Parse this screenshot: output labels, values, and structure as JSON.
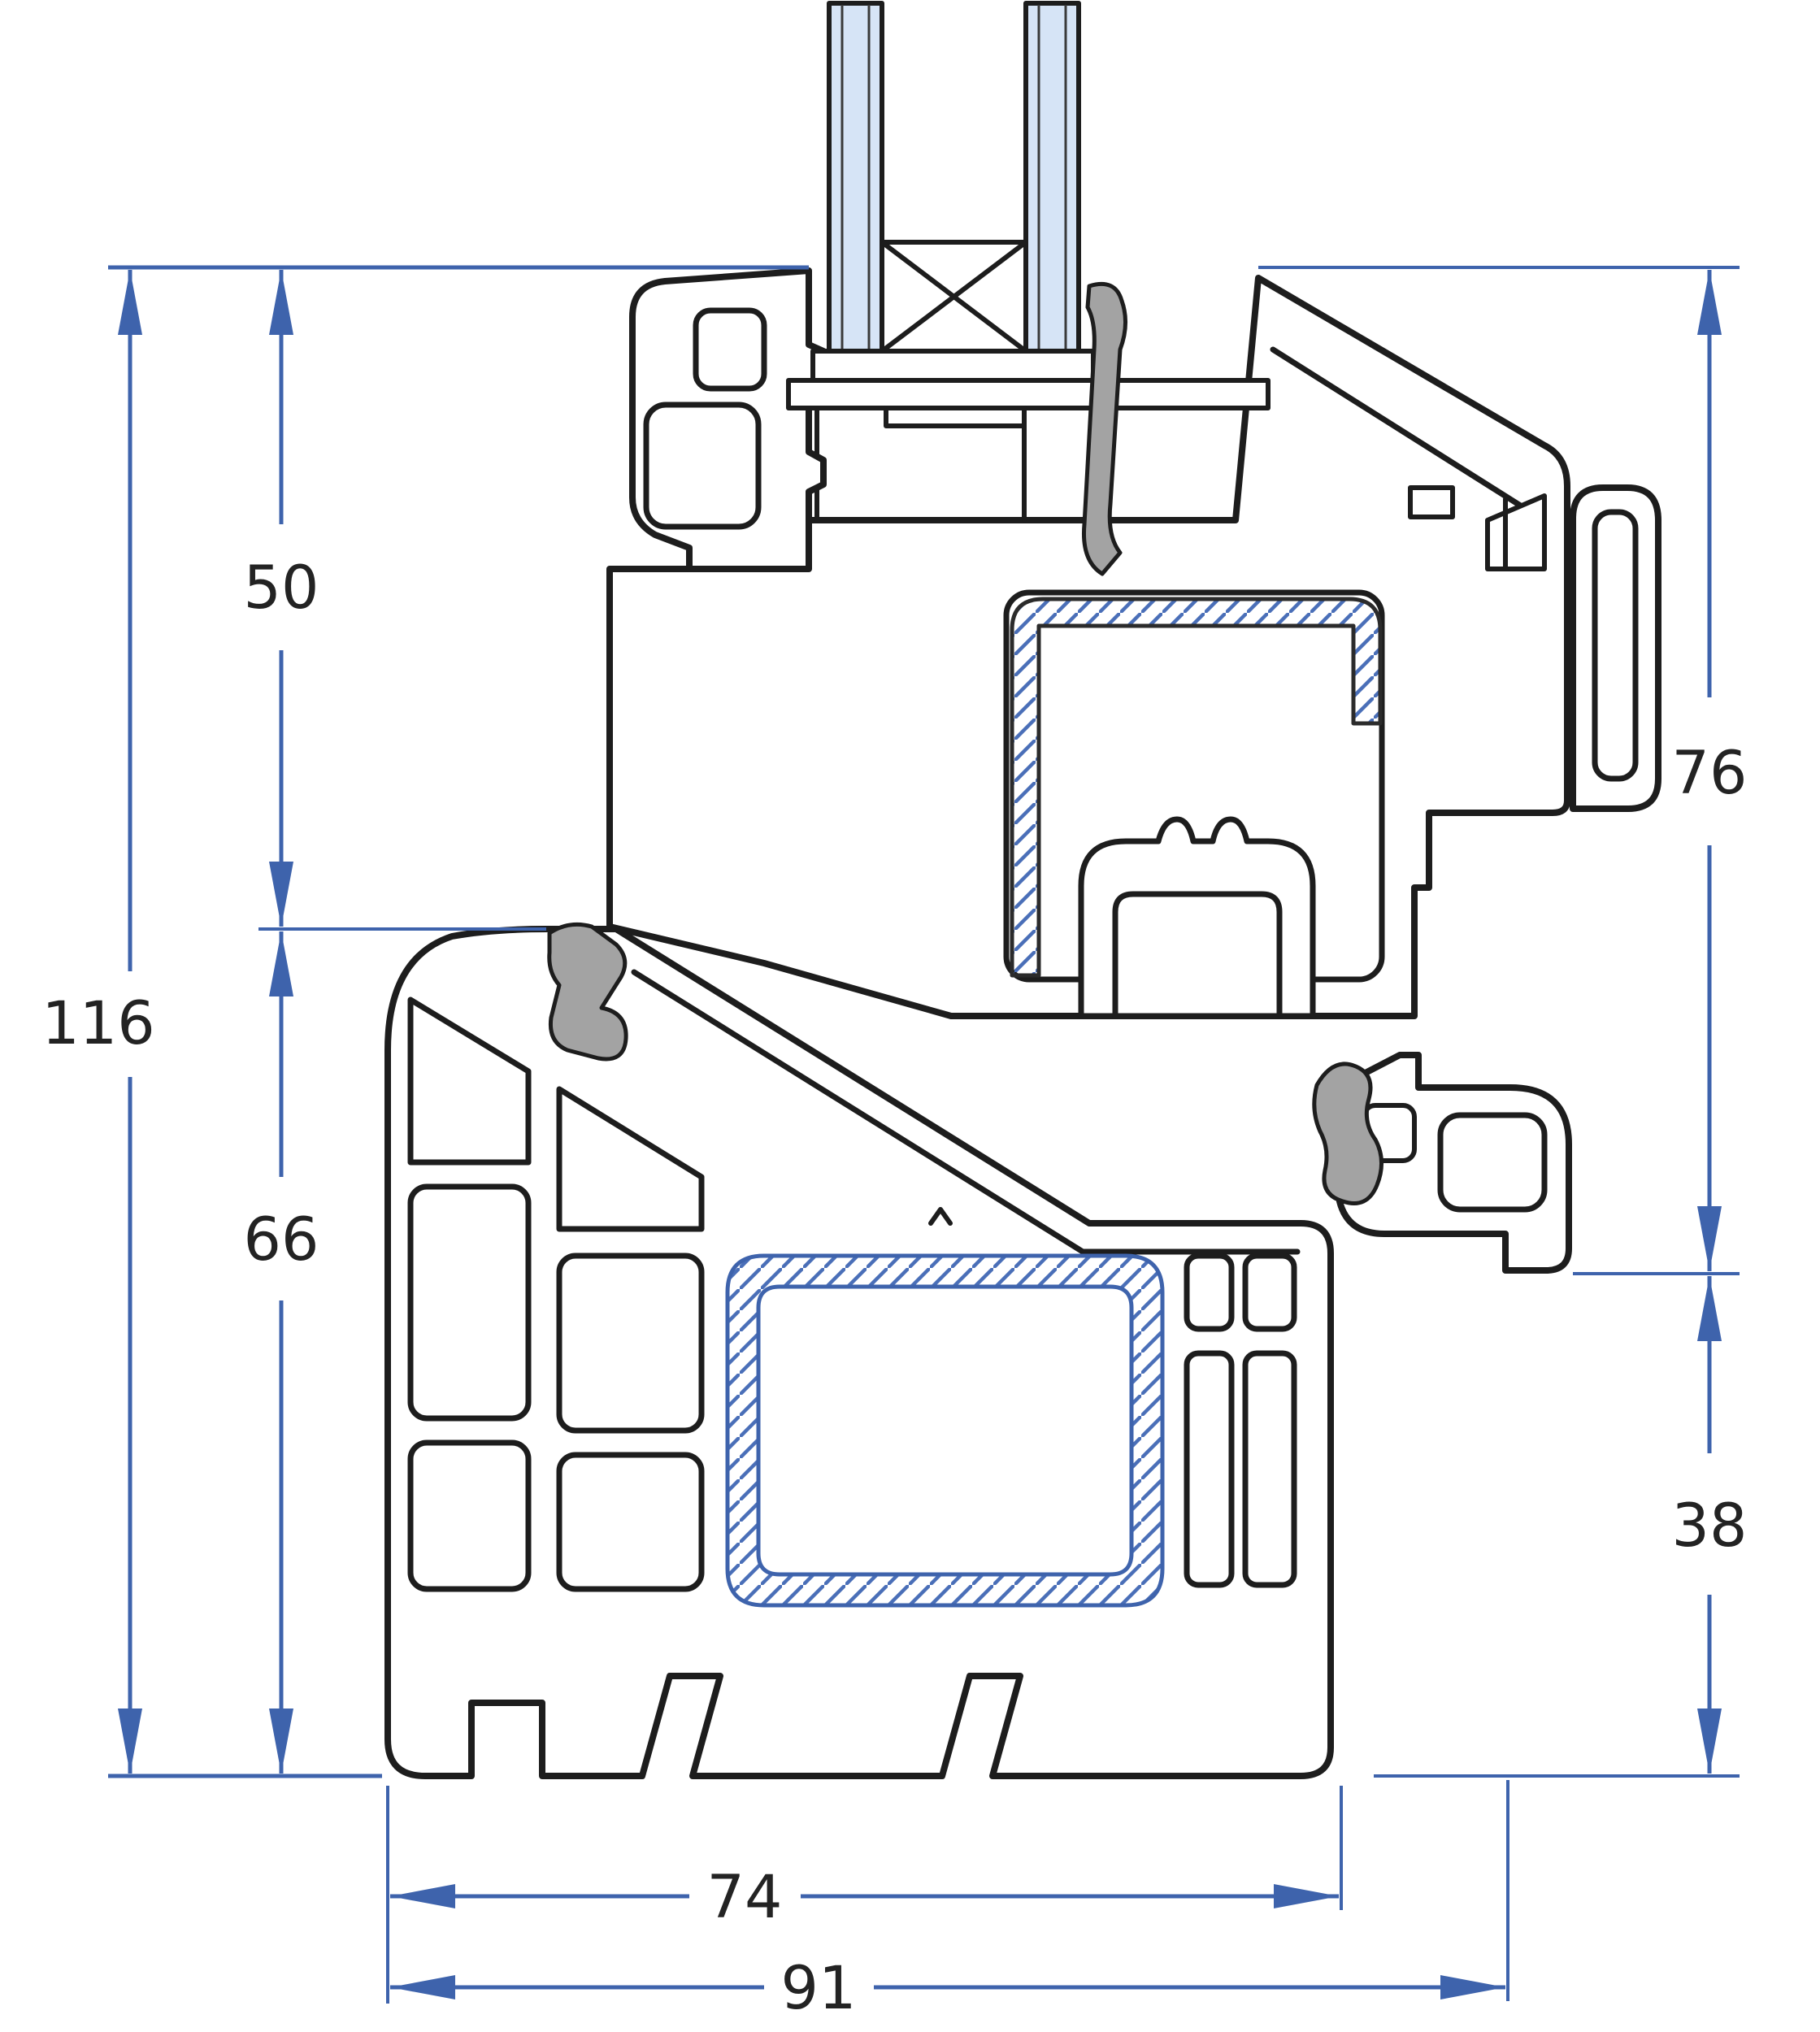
{
  "diagram": {
    "kind": "window-profile-cross-section",
    "units_shown": false,
    "dims": {
      "overall_height": {
        "label": "116",
        "orientation": "vertical",
        "side": "left",
        "description": "overall profile height"
      },
      "upper_height": {
        "label": "50",
        "orientation": "vertical",
        "side": "left",
        "description": "sash above frame datum"
      },
      "lower_height": {
        "label": "66",
        "orientation": "vertical",
        "side": "left",
        "description": "frame height"
      },
      "right_upper": {
        "label": "76",
        "orientation": "vertical",
        "side": "right",
        "description": "sash + flange height"
      },
      "right_lower": {
        "label": "38",
        "orientation": "vertical",
        "side": "right",
        "description": "flange to base height"
      },
      "inner_depth": {
        "label": "74",
        "orientation": "horizontal",
        "side": "bottom",
        "description": "frame main body depth"
      },
      "overall_depth": {
        "label": "91",
        "orientation": "horizontal",
        "side": "bottom",
        "description": "overall depth incl. flange"
      }
    },
    "colors": {
      "dimension_blue": "#3e63ac",
      "outline_black": "#1d1d1d",
      "glass_fill": "#d6e4f6",
      "steel_hatch_blue": "#4a6fb8",
      "gasket_gray": "#a3a3a3",
      "background": "#ffffff",
      "label_text": "#232323"
    },
    "components": {
      "glazing_unit": "double glazing unit with spacer bar",
      "glass_pane_left": "glass pane",
      "glass_pane_right": "glass pane",
      "spacer_bar": "glazing spacer (crossed box)",
      "glazing_packer": "setting block / packer plates",
      "glazing_bead": "interior glazing bead",
      "sash_profile": "sash (casement) PVC profile",
      "sash_steel": "sash steel reinforcement, hatched C-section",
      "frame_profile": "outer frame PVC profile",
      "frame_steel": "frame steel reinforcement, hatched box section",
      "exterior_flange": "exterior frame flange",
      "exterior_upstand": "exterior frame upstand",
      "gasket_interior": "interior seal gasket",
      "gasket_exterior": "exterior seal gasket",
      "glazing_gasket": "glazing gasket strip"
    }
  }
}
